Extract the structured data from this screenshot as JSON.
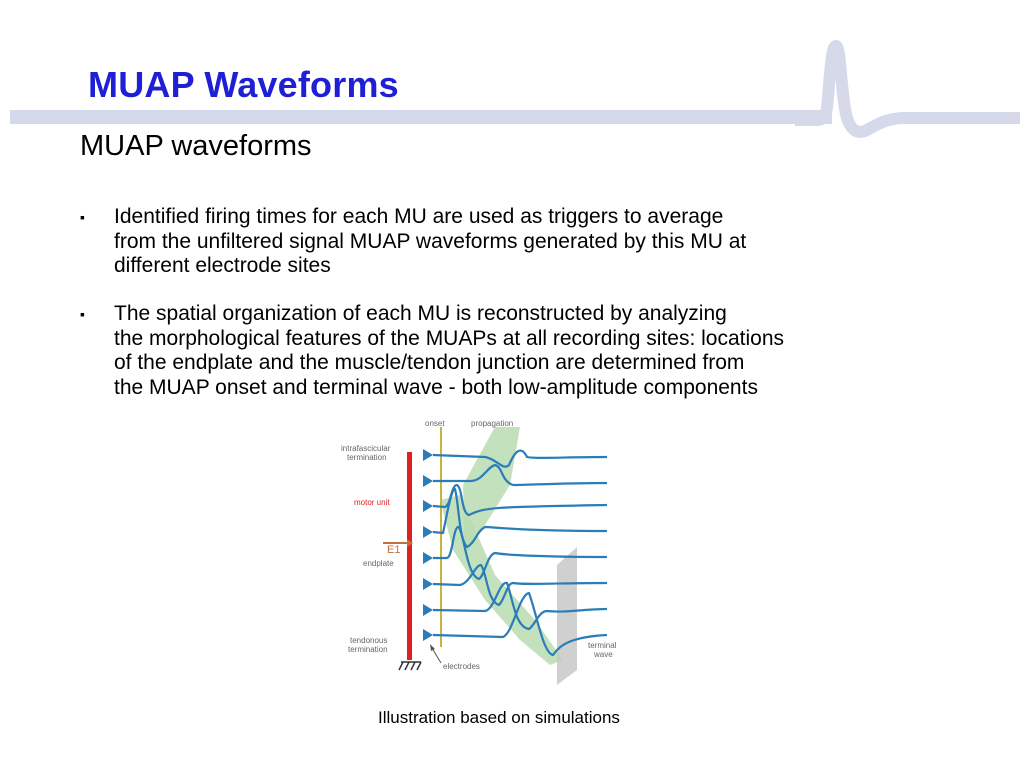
{
  "slide": {
    "title": "MUAP Waveforms",
    "subtitle": "MUAP waveforms",
    "bullets": [
      {
        "marker": "▪",
        "lines": [
          "Identified firing times for each MU are used as triggers to average",
          "from the unfiltered signal MUAP waveforms generated by this MU at",
          "different electrode sites"
        ]
      },
      {
        "marker": "▪",
        "lines": [
          "The spatial organization of each MU is reconstructed by analyzing",
          "the morphological features of the MUAPs at all recording sites: locations",
          "of the endplate and the muscle/tendon junction are determined from",
          "the MUAP onset and terminal wave - both low-amplitude components"
        ]
      }
    ],
    "caption": "Illustration based on simulations"
  },
  "figure": {
    "labels": {
      "onset": "onset",
      "propagation": "propagation",
      "intrafascicular_1": "intrafascicular",
      "intrafascicular_2": "termination",
      "motor_unit": "motor unit",
      "e1": "E1",
      "endplate": "endplate",
      "tendonous_1": "tendonous",
      "tendonous_2": "termination",
      "electrodes": "electrodes",
      "terminal_1": "terminal",
      "terminal_2": "wave"
    },
    "colors": {
      "title": "#1f1fd6",
      "waveform": "#2a7db8",
      "motor_unit_bar": "#e02020",
      "onset_line": "#c8b43c",
      "propagation_band": "#b8dcb0",
      "terminal_band": "#c8c8c8",
      "arrow": "#c0703a"
    },
    "icons": [
      "waveform-logo",
      "ground-symbol",
      "electrode-triangle"
    ]
  }
}
